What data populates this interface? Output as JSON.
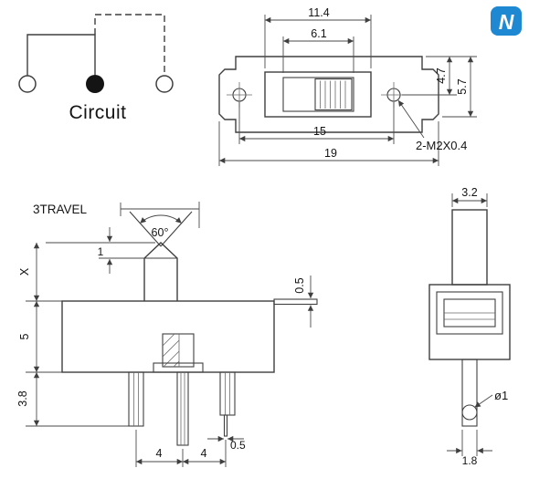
{
  "logo": {
    "letter": "N",
    "color": "#1e88d2"
  },
  "circuit": {
    "label": "Circuit"
  },
  "top_view": {
    "dim_frame_width": "11.4",
    "dim_slot_width": "6.1",
    "dim_height_a": "4.7",
    "dim_height_b": "5.7",
    "dim_hole_pitch": "15",
    "dim_overall": "19",
    "note_thread": "2-M2X0.4"
  },
  "front_view": {
    "travel_label": "3TRAVEL",
    "angle_label": "60°",
    "dim_tip": "1",
    "dim_x": "X",
    "dim_tab": "0.5",
    "dim_body": "5",
    "dim_legs": "3.8",
    "dim_pitch_a": "4",
    "dim_pitch_b": "4",
    "dim_pin": "0.5"
  },
  "side_view": {
    "dim_width": "3.2",
    "note_hole": "ø1",
    "dim_pin_width": "1.8"
  }
}
